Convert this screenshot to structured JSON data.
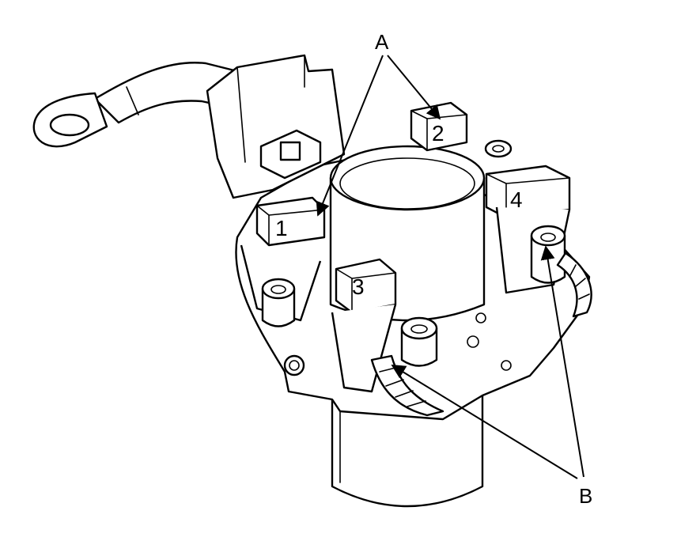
{
  "labels": {
    "callout_a": "A",
    "callout_b": "B"
  },
  "brush_numbers": {
    "brush_1": "1",
    "brush_2": "2",
    "brush_3": "3",
    "brush_4": "4"
  },
  "colors": {
    "line": "#000000",
    "background": "#ffffff"
  }
}
